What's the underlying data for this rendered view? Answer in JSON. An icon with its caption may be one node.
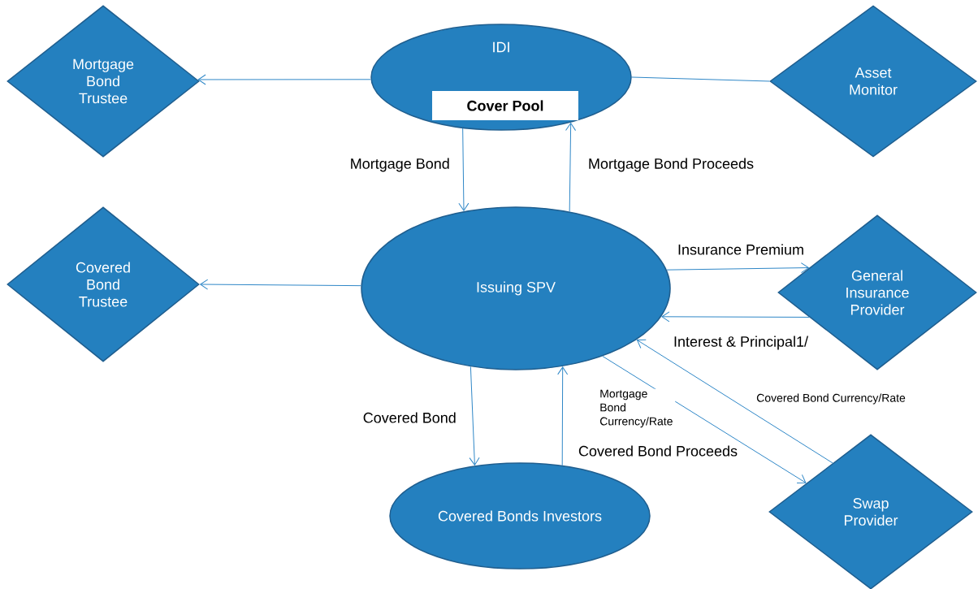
{
  "diagram": {
    "nodes": [
      {
        "text": [
          "Mortgage Bond Trustee"
        ]
      },
      {
        "text": [
          "IDI"
        ]
      },
      {
        "text": [
          "Cover Pool"
        ],
        "in": 1
      },
      {
        "text": [
          "Asset Monitor"
        ]
      },
      {
        "text": [
          "Covered Bond Trustee"
        ]
      },
      {
        "text": [
          "Issuing SPV"
        ]
      },
      {
        "text": [
          "General Insurance Provider"
        ]
      },
      {
        "text": [
          "Covered Bonds Investors"
        ]
      },
      {
        "text": [
          "Swap Provider"
        ]
      }
    ],
    "edges": [
      {
        "from": 1,
        "to": 0,
        "arrow": "to"
      },
      {
        "from": 1,
        "to": 3,
        "arrow": "none"
      },
      {
        "from": 1,
        "to": 5,
        "arrow": "to",
        "label": "Mortgage Bond"
      },
      {
        "from": 5,
        "to": 1,
        "arrow": "to",
        "label": "Mortgage Bond Proceeds"
      },
      {
        "from": 5,
        "to": 4,
        "arrow": "to"
      },
      {
        "from": 5,
        "to": 6,
        "arrow": "to",
        "label": "Insurance Premium"
      },
      {
        "from": 6,
        "to": 5,
        "arrow": "to",
        "label": "Interest & Principal1/"
      },
      {
        "from": 5,
        "to": 7,
        "arrow": "to",
        "label": "Covered Bond"
      },
      {
        "from": 7,
        "to": 5,
        "arrow": "to",
        "label": "Covered Bond Proceeds"
      },
      {
        "from": 5,
        "to": 8,
        "arrow": "to",
        "label": "Mortgage Bond Currency/Rate"
      },
      {
        "from": 8,
        "to": 5,
        "arrow": "to",
        "label": "Covered Bond Currency/Rate"
      }
    ]
  }
}
